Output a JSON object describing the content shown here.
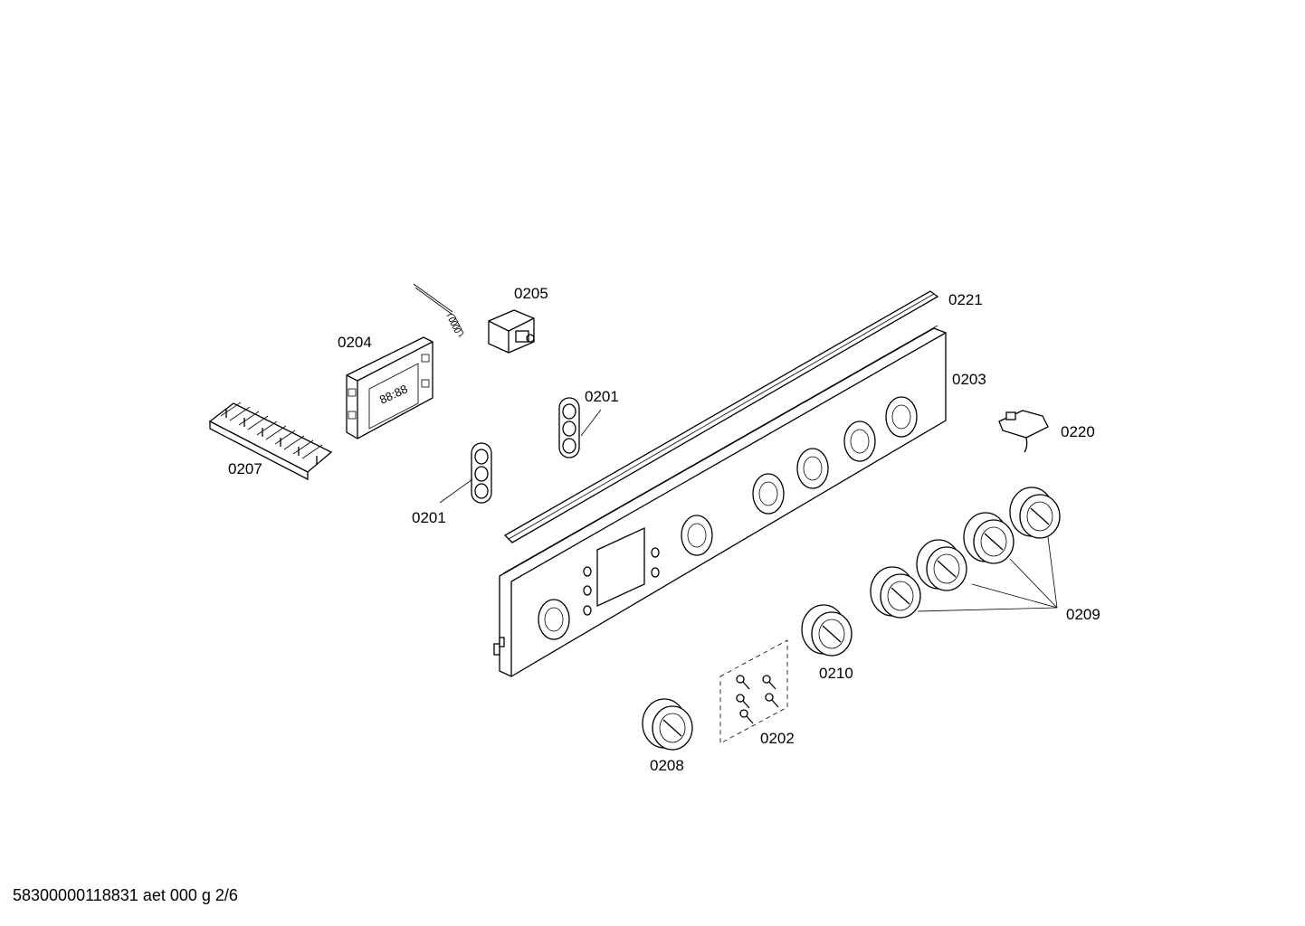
{
  "labels": {
    "p0201a": "0201",
    "p0201b": "0201",
    "p0202": "0202",
    "p0203": "0203",
    "p0204": "0204",
    "p0205": "0205",
    "p0207": "0207",
    "p0208": "0208",
    "p0209": "0209",
    "p0210": "0210",
    "p0220": "0220",
    "p0221": "0221"
  },
  "footer": {
    "doc_code": "58300000118831 aet 000 g 2/6"
  }
}
